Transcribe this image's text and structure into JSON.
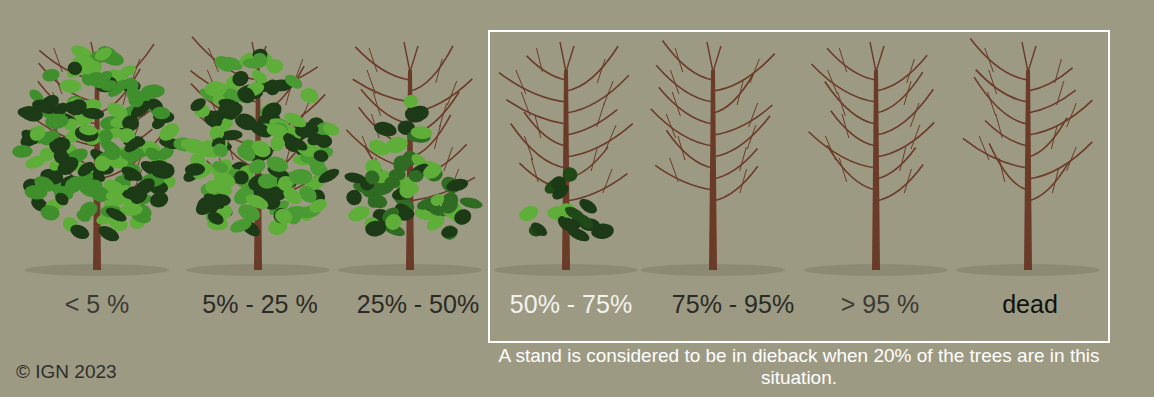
{
  "diagram": {
    "nodes": [
      {
        "text": [
          "A stand is considered to be in dieback when 20% of the trees are in this situation."
        ]
      }
    ],
    "labels": [
      "< 5 %",
      "5% - 25 %",
      "25% - 50%",
      "50% - 75%",
      "75% - 95%",
      "> 95 %",
      "dead",
      "© IGN 2023"
    ]
  }
}
